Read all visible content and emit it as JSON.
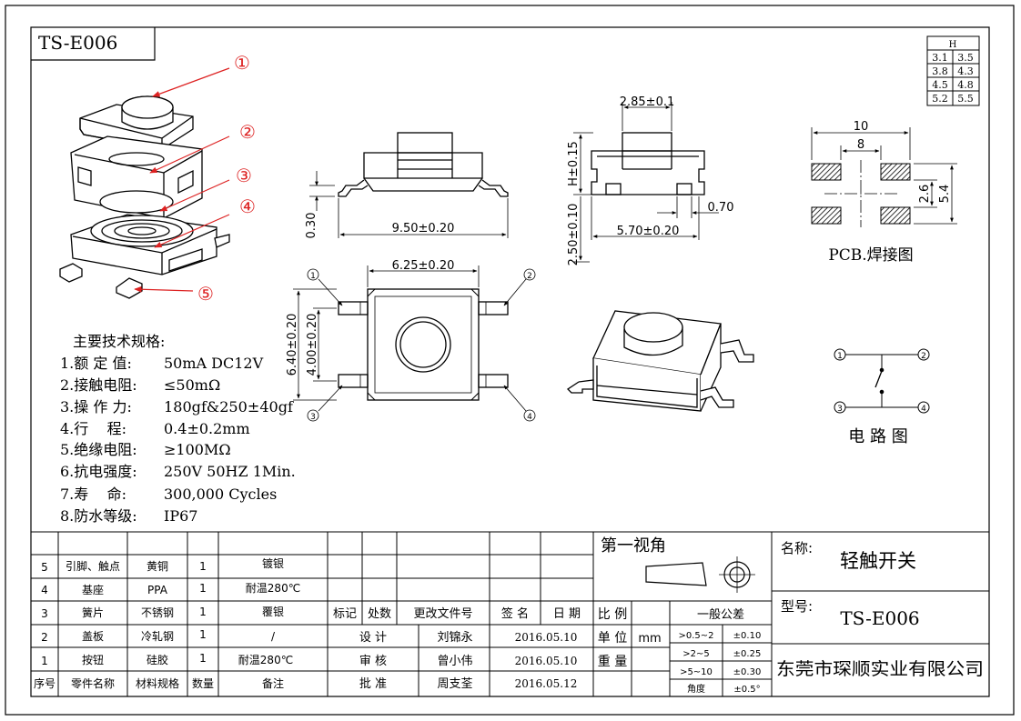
{
  "title_code": "TS-E006",
  "h_table": {
    "header": "H",
    "rows": [
      [
        "3.1",
        "3.5"
      ],
      [
        "3.8",
        "4.3"
      ],
      [
        "4.5",
        "4.8"
      ],
      [
        "5.2",
        "5.5"
      ]
    ]
  },
  "exploded_labels": [
    "①",
    "②",
    "③",
    "④",
    "⑤"
  ],
  "dims": {
    "side_width": "9.50±0.20",
    "side_lead": "0.30",
    "front_top": "2.85±0.1",
    "front_height": "H±0.15",
    "front_total": "2.50±0.10",
    "front_width": "5.70±0.20",
    "front_pin": "0.70",
    "top_width": "6.25±0.20",
    "top_height": "6.40±0.20",
    "top_inner": "4.00±0.20"
  },
  "pcb": {
    "dim_10": "10",
    "dim_8": "8",
    "dim_26": "2.6",
    "dim_54": "5.4",
    "caption": "PCB.焊接图"
  },
  "pins": [
    "1",
    "2",
    "3",
    "4"
  ],
  "circuit": {
    "pins": [
      "1",
      "2",
      "3",
      "4"
    ],
    "caption": "电 路 图"
  },
  "specs": {
    "heading": "主要技术规格:",
    "items": [
      {
        "label": "1.额 定 值:",
        "value": "50mA DC12V"
      },
      {
        "label": "2.接触电阻:",
        "value": "≤50mΩ"
      },
      {
        "label": "3.操 作 力:",
        "value": "180gf&250±40gf"
      },
      {
        "label": "4.行    程:",
        "value": "0.4±0.2mm"
      },
      {
        "label": "5.绝缘电阻:",
        "value": "≥100MΩ"
      },
      {
        "label": "6.抗电强度:",
        "value": "250V 50HZ 1Min."
      },
      {
        "label": "7.寿    命:",
        "value": "300,000 Cycles"
      },
      {
        "label": "8.防水等级:",
        "value": "IP67"
      }
    ]
  },
  "bom": {
    "headers": [
      "序号",
      "零件名称",
      "材料规格",
      "数量",
      "备注"
    ],
    "rows": [
      [
        "5",
        "引脚、触点",
        "黄铜",
        "1",
        "镀银"
      ],
      [
        "4",
        "基座",
        "PPA",
        "1",
        "耐温280℃"
      ],
      [
        "3",
        "簧片",
        "不锈钢",
        "1",
        "覆银"
      ],
      [
        "2",
        "盖板",
        "冷轧钢",
        "1",
        "/"
      ],
      [
        "1",
        "按钮",
        "硅胶",
        "1",
        "耐温280℃"
      ]
    ]
  },
  "revision": {
    "headers": [
      "标记",
      "处数",
      "更改文件号",
      "签 名",
      "日 期"
    ],
    "rows": [
      {
        "role": "设 计",
        "name": "刘锦永",
        "date": "2016.05.10"
      },
      {
        "role": "审 核",
        "name": "曾小伟",
        "date": "2016.05.10"
      },
      {
        "role": "批 准",
        "name": "周支荃",
        "date": "2016.05.12"
      }
    ]
  },
  "projection": {
    "label": "第一视角",
    "scale": "比 例",
    "unit": "单 位",
    "unit_value": "mm",
    "weight": "重 量"
  },
  "tolerance": {
    "title": "一般公差",
    "rows": [
      [
        ">0.5~2",
        "±0.10"
      ],
      [
        ">2~5",
        "±0.25"
      ],
      [
        ">5~10",
        "±0.30"
      ],
      [
        "角度",
        "±0.5°"
      ]
    ]
  },
  "title_block": {
    "name_label": "名称:",
    "name": "轻触开关",
    "model_label": "型号:",
    "model": "TS-E006",
    "company": "东莞市琛顺实业有限公司"
  }
}
